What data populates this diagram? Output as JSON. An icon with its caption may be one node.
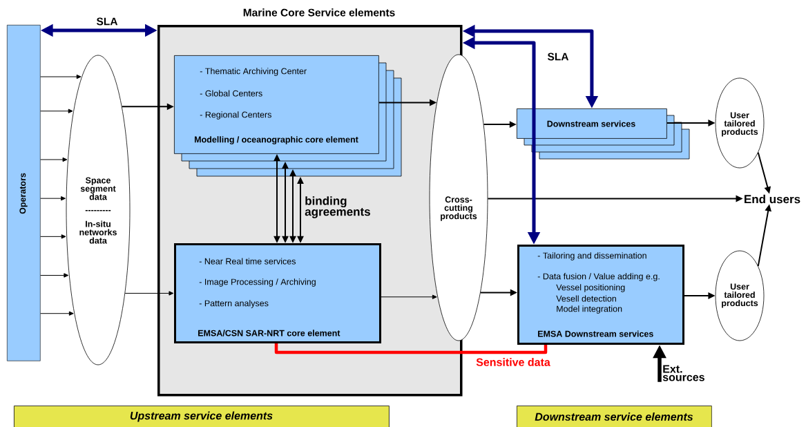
{
  "diagram": {
    "nodes": [
      {
        "text": [
          "Operators"
        ]
      },
      {
        "text": [
          "Marine Core Service elements"
        ]
      },
      {
        "text": [
          "Space segment data",
          "---------",
          "In-situ networks data"
        ]
      },
      {
        "text": [
          "- Thematic Archiving Center",
          "- Global Centers",
          "- Regional Centers",
          "Modelling / oceanographic core element"
        ],
        "in": 1
      },
      {
        "text": [
          "- Near Real time services",
          "- Image Processing / Archiving",
          "- Pattern analyses",
          "EMSA/CSN SAR-NRT core element"
        ],
        "in": 1
      },
      {
        "text": [
          "Cross-cutting products"
        ]
      },
      {
        "text": [
          "Downstream services"
        ]
      },
      {
        "text": [
          "- Tailoring and dissemination",
          "- Data fusion / Value adding e.g.",
          "Vessel positioning",
          "Vesell detection",
          "Model integration",
          "EMSA Downstream services"
        ]
      },
      {
        "text": [
          "User tailored products"
        ]
      },
      {
        "text": [
          "User tailored products"
        ]
      },
      {
        "text": [
          "End users"
        ]
      },
      {
        "text": [
          "Ext. sources"
        ]
      },
      {
        "text": [
          "Upstream service elements"
        ]
      },
      {
        "text": [
          "Downstream service elements"
        ]
      }
    ],
    "edges": [
      {
        "from": 0,
        "to": 2,
        "arrow": "to"
      },
      {
        "from": 0,
        "to": 2,
        "arrow": "to"
      },
      {
        "from": 0,
        "to": 2,
        "arrow": "to"
      },
      {
        "from": 0,
        "to": 2,
        "arrow": "to"
      },
      {
        "from": 0,
        "to": 2,
        "arrow": "to"
      },
      {
        "from": 0,
        "to": 2,
        "arrow": "to"
      },
      {
        "from": 0,
        "to": 2,
        "arrow": "to"
      },
      {
        "from": 0,
        "to": 1,
        "arrow": "both",
        "label": "SLA",
        "style": "thick",
        "color": "#000080"
      },
      {
        "from": 2,
        "to": 3,
        "arrow": "to"
      },
      {
        "from": 2,
        "to": 4,
        "arrow": "to"
      },
      {
        "from": 4,
        "to": 3,
        "arrow": "both"
      },
      {
        "from": 4,
        "to": 3,
        "arrow": "both"
      },
      {
        "from": 4,
        "to": 3,
        "arrow": "both"
      },
      {
        "from": 4,
        "to": 3,
        "arrow": "both",
        "label": "binding agreements"
      },
      {
        "from": 3,
        "to": 5,
        "arrow": "to"
      },
      {
        "from": 4,
        "to": 5,
        "arrow": "to"
      },
      {
        "from": 5,
        "to": 6,
        "arrow": "to"
      },
      {
        "from": 5,
        "to": 10,
        "arrow": "to"
      },
      {
        "from": 5,
        "to": 7,
        "arrow": "to"
      },
      {
        "from": 6,
        "to": 8,
        "arrow": "to"
      },
      {
        "from": 7,
        "to": 9,
        "arrow": "to"
      },
      {
        "from": 8,
        "to": 10,
        "arrow": "to"
      },
      {
        "from": 9,
        "to": 10,
        "arrow": "to"
      },
      {
        "from": 1,
        "to": 6,
        "arrow": "both",
        "style": "thick",
        "color": "#000080",
        "label": "SLA"
      },
      {
        "from": 1,
        "to": 7,
        "arrow": "both",
        "style": "thick",
        "color": "#000080"
      },
      {
        "from": 4,
        "to": 7,
        "arrow": "none",
        "style": "thick",
        "color": "#ff0000",
        "label": "Sensitive data"
      },
      {
        "from": 11,
        "to": 7,
        "arrow": "to",
        "style": "thick"
      }
    ]
  }
}
